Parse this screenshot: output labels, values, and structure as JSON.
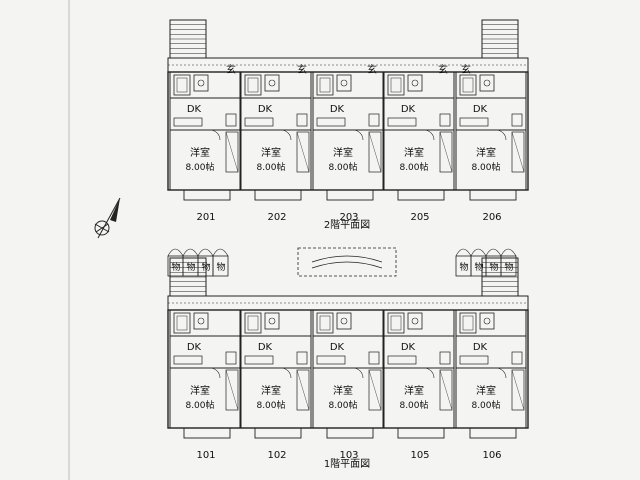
{
  "floor2": {
    "caption": "2階平面図",
    "units": [
      {
        "number": "201",
        "room": "洋室",
        "size": "8.00帖",
        "kitchen": "DK"
      },
      {
        "number": "202",
        "room": "洋室",
        "size": "8.00帖",
        "kitchen": "DK"
      },
      {
        "number": "203",
        "room": "洋室",
        "size": "8.00帖",
        "kitchen": "DK"
      },
      {
        "number": "205",
        "room": "洋室",
        "size": "8.00帖",
        "kitchen": "DK"
      },
      {
        "number": "206",
        "room": "洋室",
        "size": "8.00帖",
        "kitchen": "DK"
      }
    ],
    "entrance_label": "玄"
  },
  "floor1": {
    "caption": "1階平面図",
    "units": [
      {
        "number": "101",
        "room": "洋室",
        "size": "8.00帖",
        "kitchen": "DK"
      },
      {
        "number": "102",
        "room": "洋室",
        "size": "8.00帖",
        "kitchen": "DK"
      },
      {
        "number": "103",
        "room": "洋室",
        "size": "8.00帖",
        "kitchen": "DK"
      },
      {
        "number": "105",
        "room": "洋室",
        "size": "8.00帖",
        "kitchen": "DK"
      },
      {
        "number": "106",
        "room": "洋室",
        "size": "8.00帖",
        "kitchen": "DK"
      }
    ],
    "storage_label": "物"
  },
  "colors": {
    "ink": "#222222",
    "paper": "#f4f4f2"
  }
}
